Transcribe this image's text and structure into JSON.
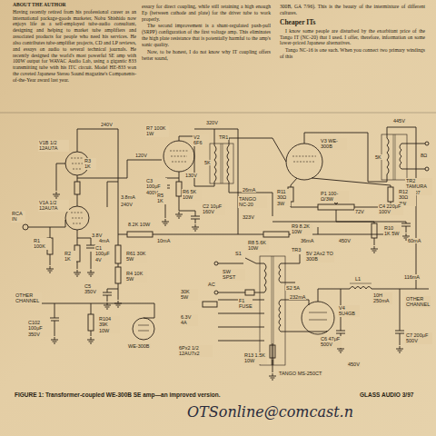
{
  "diagram": {
    "caption": "FIGURE 1: Transformer-coupled WE-300B SE amp—an improved version.",
    "labels": [
      "ABOUT THE AUTHOR",
      "Having recently retired from his professional career as an international package-goods marketer, Nobu Shishido now enjoys life as a self-employed tube-audio consultant, designing and helping to market tube amplifiers and associated products for people who need his services. He also contributes tube-amplifier projects, CD and LP reviews, and essays on audio to several technical journals. He recently designed the world's most powerful SE amp with 100W output for WAVAC Audio Lab, using a gigantic 833 transmitting tube with his ITC circuit. Model HE-833 won the coveted Japanese Stereo Sound magazine's Components-of-the-Year award last year.",
      "essary for direct coupling, while still retaining a high enough Ep (between cathode and plate) for the driver tube to work properly.",
      "The second improvement is a shunt-regulated push-pull (SRPP) configuration of the first voltage amp. This eliminates the high plate resistance that is potentially harmful to the amp's sonic quality.",
      "Now, to be honest, I do not know why IT coupling offers better sound,",
      "300B, GA 7/96). This is the beauty of the intermixture of different cultures.",
      "Cheaper ITs",
      "I know some people are disturbed by the exorbitant price of the Tango IT (NC-20) that I used. I offer, therefore, information on some lower-priced Japanese alternatives.",
      "Tango NC-16 is one such. When you connect two primary windings of this",
      "240V",
      "V1B 1/2 12AU7A",
      "R3 1K",
      "V1A 1/2 12AU7A",
      "RCA IN",
      "3.8mA",
      "240V",
      "3.8V",
      "R1 100K",
      "R2 1K",
      "C1 100μF 4V",
      "V2 6F6",
      "120V",
      "R7 100K 1W",
      "320V",
      "C3 100μF 400V",
      "130V",
      "R5 1K",
      "R6 5K 10W",
      "C2 10μF 160V",
      "26mA",
      "323V",
      "TR1",
      "5K",
      "TANGO NC-20",
      "8.2K 10W",
      "10mA",
      "4mA",
      "R61 30K 5W",
      "R4 10K 5W",
      "C5 350V",
      "R8 5.6K 10W",
      "V3 WE-300B",
      "445V",
      "TR2 TAMURA F2007",
      "5K",
      "8Ω",
      "R11 30Ω 3W",
      "P1 100-Ω/3W",
      "R12 30Ω 3W",
      "R9 8.2K 10W",
      "72V",
      "C4 220μF 100V",
      "R10 1K 5W",
      "60mA",
      "36mA",
      "450V",
      "S1",
      "TR3",
      "SW SPST",
      "AC",
      "F1 FUSE",
      "5V 2Ax2 TO 300B",
      "116mA",
      "30K 5W",
      "6.3V 4A",
      "6Px2 1/2 12AU7x2",
      "S2 5A",
      "232mA",
      "V4 5U4GB",
      "L1",
      "10H 250mA",
      "OTHER CHANNEL",
      "C6 47μF 500V",
      "C7 200μF 500V",
      "R13 1.5K 10W",
      "450V",
      "TANGO MS-250CT",
      "OTHER CHANNEL",
      "C102 100μF 350V",
      "R104 39K 10W",
      "WE-300B",
      "GLASS AUDIO 3/97",
      "OTSonline@comcast.n"
    ]
  }
}
